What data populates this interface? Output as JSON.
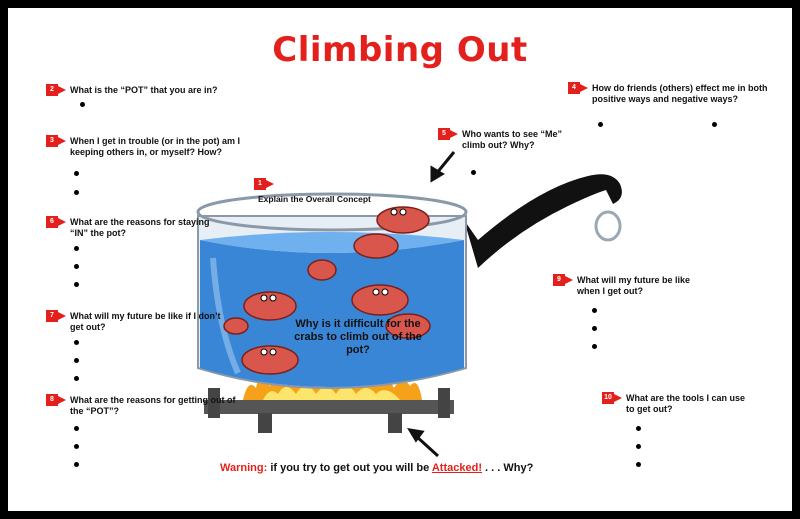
{
  "title": "Climbing Out",
  "questions": [
    {
      "num": "2",
      "text": "What is the “POT” that you are in?"
    },
    {
      "num": "3",
      "text": "When I get in trouble (or in the pot) am I keeping others in, or myself? How?"
    },
    {
      "num": "4",
      "text": "How do friends (others) effect me in both positive ways and negative ways?"
    },
    {
      "num": "5",
      "text": "Who wants to see “Me” climb out?  Why?"
    },
    {
      "num": "6",
      "text": "What are the reasons for staying “IN” the pot?"
    },
    {
      "num": "7",
      "text": "What will my future be like if I don’t get out?"
    },
    {
      "num": "8",
      "text": "What are the reasons  for getting out of the “POT”?"
    },
    {
      "num": "9",
      "text": "What will my future be like when I get out?"
    },
    {
      "num": "10",
      "text": "What are the tools I can use to get out?"
    }
  ],
  "explain": {
    "num": "1",
    "text": "Explain the Overall Concept"
  },
  "pot_question": "Why is it difficult for the crabs to climb out of the pot?",
  "warning": {
    "label": "Warning:",
    "text": "if you try to get out you will be",
    "attacked": "Attacked!",
    "ending": ". . .  Why?"
  },
  "colors": {
    "title": "#e3201b",
    "flag": "#e3201b",
    "water": "#3a86d6",
    "crab": "#d8564c",
    "handle": "#111111"
  }
}
